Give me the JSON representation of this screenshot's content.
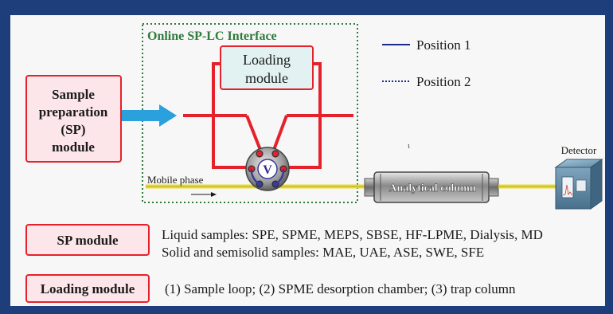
{
  "interface": {
    "title": "Online SP-LC Interface"
  },
  "sp_module_box": {
    "lines": [
      "Sample",
      "preparation",
      "(SP)",
      "module"
    ]
  },
  "loading_module_box": {
    "lines": [
      "Loading",
      "module"
    ]
  },
  "valve": {
    "label": "V"
  },
  "mobile_phase": {
    "label": "Mobile phase"
  },
  "column": {
    "label": "Analytical column"
  },
  "detector": {
    "label": "Detector"
  },
  "legend": {
    "position1": "Position 1",
    "position2": "Position 2"
  },
  "info": {
    "sp_module_label": "SP module",
    "sp_module_liquid": "Liquid samples: SPE, SPME, MEPS, SBSE, HF-LPME, Dialysis, MD",
    "sp_module_solid": "Solid and semisolid samples: MAE, UAE, ASE, SWE, SFE",
    "loading_module_label": "Loading module",
    "loading_module_desc": "(1) Sample loop; (2) SPME desorption chamber; (3) trap column"
  },
  "colors": {
    "frame": "#1d3e7a",
    "red": "#e5222b",
    "box_fill": "#fde6ea",
    "loading_fill": "#e2f1f1",
    "interface_border": "#2f7a3c",
    "arrow": "#2aa0dc",
    "yellow": "#e8dc3a"
  }
}
